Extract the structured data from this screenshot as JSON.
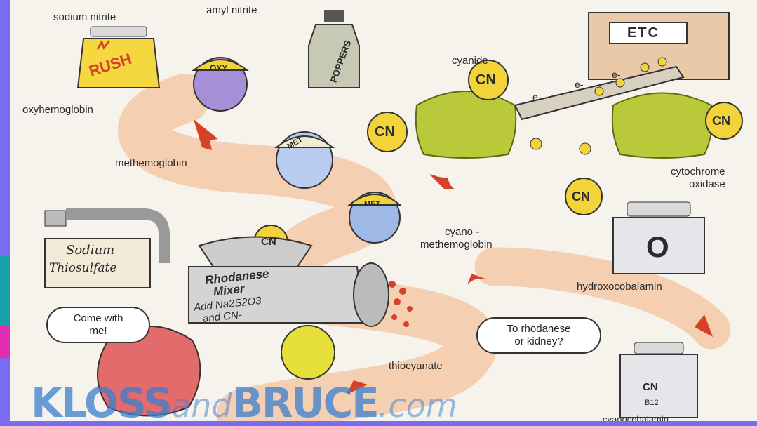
{
  "labels": {
    "sodium_nitrite": "sodium nitrite",
    "amyl_nitrite": "amyl nitrite",
    "oxyhemoglobin": "oxyhemoglobin",
    "methemoglobin": "methemoglobin",
    "cyanide": "cyanide",
    "cyano_line1": "cyano -",
    "cyano_line2": "methemoglobin",
    "cytochrome_line1": "cytochrome",
    "cytochrome_line2": "oxidase",
    "hydroxocobalamin": "hydroxocobalamin",
    "thiocyanate": "thiocyanate",
    "cyanocobalamin": "cyanocobalamin"
  },
  "tags": {
    "rush": "RUSH",
    "poppers": "POPPERS",
    "oxy": "OXY",
    "met1": "MET",
    "met2": "MET",
    "etc": "ETC",
    "cn_coin": "CN",
    "b12": "B12",
    "o_letter": "O"
  },
  "signs": {
    "thiosulfate_line1": "Sodium",
    "thiosulfate_line2": "Thiosulfate",
    "mixer_line1": "Rhodanese",
    "mixer_line2": "Mixer",
    "mixer_line3": "Add Na2S2O3",
    "mixer_line4": "and CN-"
  },
  "bubbles": {
    "come_with_me_line1": "Come with",
    "come_with_me_line2": "me!",
    "rhodanese_line1": "To rhodanese",
    "rhodanese_line2": "or kidney?"
  },
  "electron": "e-",
  "watermark": {
    "part1": "KLOSS",
    "part2": "and",
    "part3": "BRUCE",
    "part4": ".com"
  },
  "colors": {
    "frame": "#7a6cf0",
    "path": "#f3c9a8",
    "arrow": "#d6412a",
    "coin": "#f2d33a",
    "cyanide_hair": "#b9c93a",
    "watermark_blue": "#3a7fd0"
  }
}
